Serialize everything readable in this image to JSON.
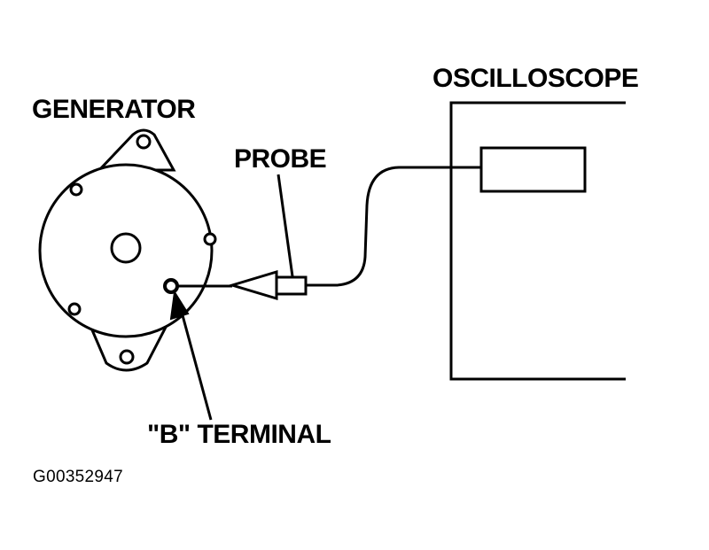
{
  "labels": {
    "generator": "GENERATOR",
    "probe": "PROBE",
    "oscilloscope": "OSCILLOSCOPE",
    "b_terminal": "\"B\" TERMINAL",
    "figure_code": "G00352947"
  },
  "colors": {
    "ink": "#000000",
    "paper": "#ffffff"
  }
}
